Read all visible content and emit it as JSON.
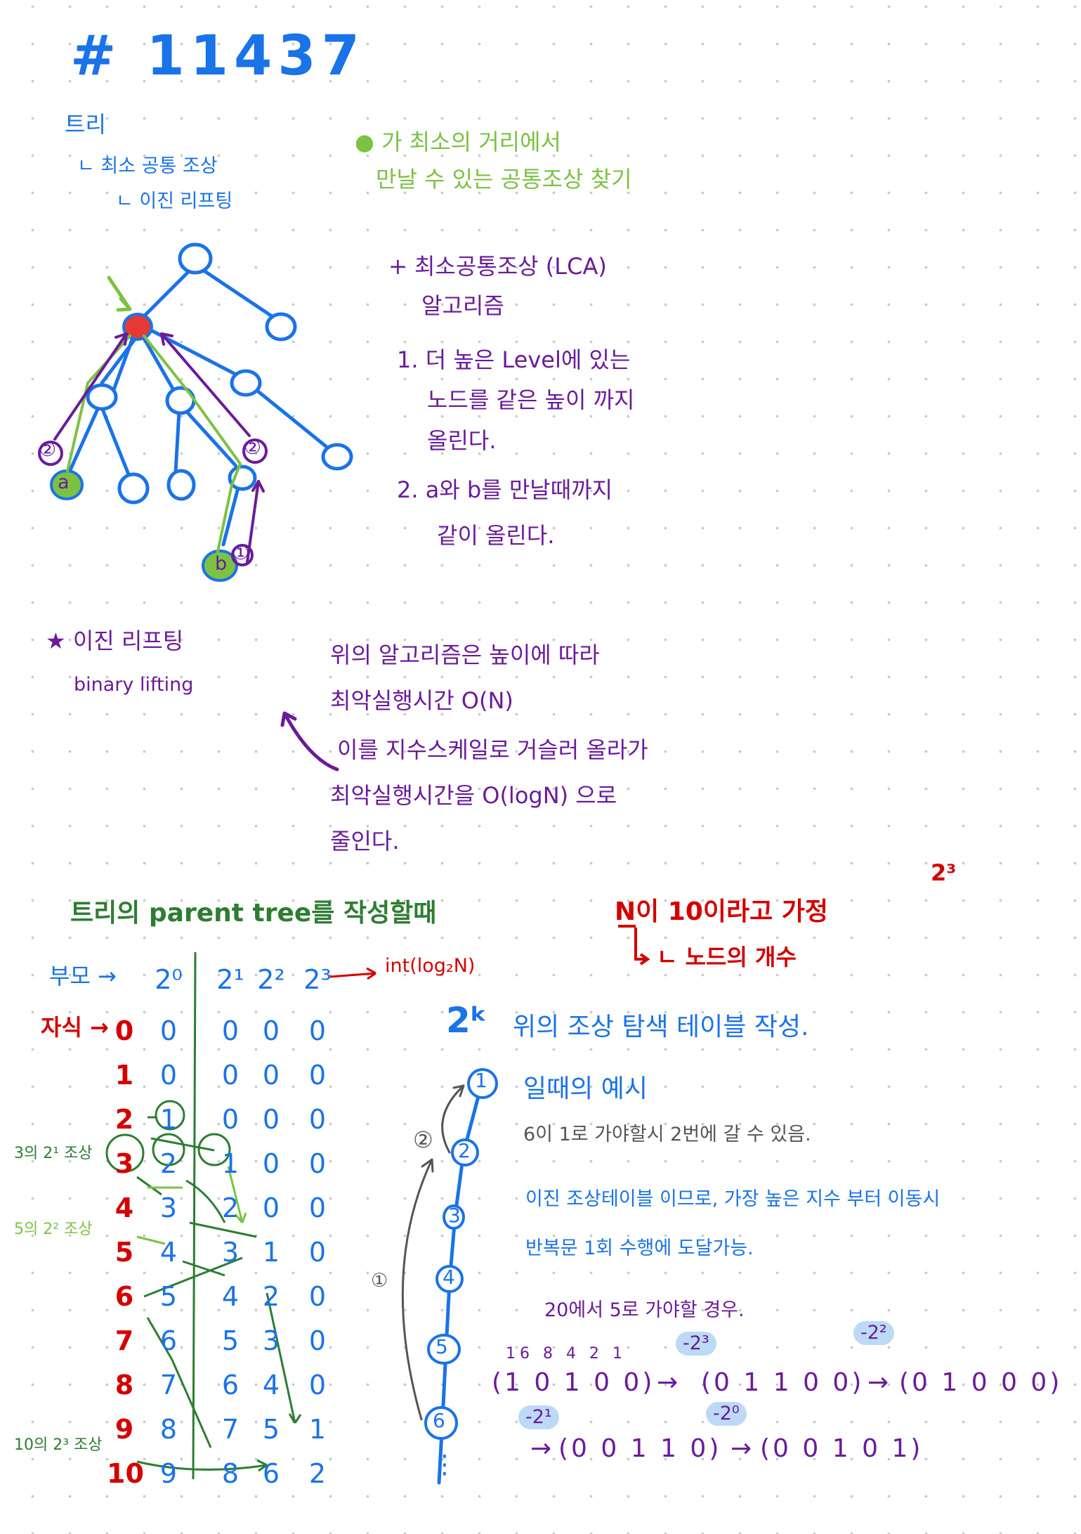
{
  "title": "# 11437",
  "topic": {
    "line1": "트리",
    "line2": "ㄴ 최소 공통 조상",
    "line3": "ㄴ 이진 리프팅"
  },
  "goal": {
    "line1": "● 가 최소의 거리에서",
    "line2": "만날 수 있는 공통조상 찾기"
  },
  "lca": {
    "heading": "+ 최소공통조상 (LCA)",
    "heading2": "알고리즘",
    "step1_l1": "1. 더 높은 Level에 있는",
    "step1_l2": "노드를 같은 높이 까지",
    "step1_l3": "올린다.",
    "step2_l1": "2. a와 b를 만날때까지",
    "step2_l2": "같이 올린다."
  },
  "tree_labels": {
    "a": "a",
    "b": "b",
    "two_left": "②",
    "two_right": "②",
    "one": "①"
  },
  "binary": {
    "heading": "★ 이진 리프팅",
    "heading_en": "binary lifting",
    "p1": "위의 알고리즘은 높이에 따라",
    "p2": "최악실행시간 O(N)",
    "p3": "이를 지수스케일로 거슬러 올라가",
    "p4": "최악실행시간을 O(logN) 으로",
    "p5": "줄인다."
  },
  "parent_tree": {
    "heading": "트리의 parent tree를 작성할때",
    "assume": "N이 10이라고 가정",
    "assume_sub": "ㄴ 노드의 개수",
    "corner_power": "2³",
    "parent_label": "부모 →",
    "child_label": "자식 →",
    "log_label": "int(log₂N)",
    "columns": [
      "2⁰",
      "2¹",
      "2²",
      "2³"
    ],
    "rows": [
      {
        "child": "0",
        "cells": [
          "0",
          "0",
          "0",
          "0"
        ]
      },
      {
        "child": "1",
        "cells": [
          "0",
          "0",
          "0",
          "0"
        ]
      },
      {
        "child": "2",
        "cells": [
          "1",
          "0",
          "0",
          "0"
        ]
      },
      {
        "child": "3",
        "cells": [
          "2",
          "1",
          "0",
          "0"
        ]
      },
      {
        "child": "4",
        "cells": [
          "3",
          "2",
          "0",
          "0"
        ]
      },
      {
        "child": "5",
        "cells": [
          "4",
          "3",
          "1",
          "0"
        ]
      },
      {
        "child": "6",
        "cells": [
          "5",
          "4",
          "2",
          "0"
        ]
      },
      {
        "child": "7",
        "cells": [
          "6",
          "5",
          "3",
          "0"
        ]
      },
      {
        "child": "8",
        "cells": [
          "7",
          "6",
          "4",
          "0"
        ]
      },
      {
        "child": "9",
        "cells": [
          "8",
          "7",
          "5",
          "1"
        ]
      },
      {
        "child": "10",
        "cells": [
          "9",
          "8",
          "6",
          "2"
        ]
      }
    ],
    "side_notes": {
      "n3": "3의 2¹ 조상",
      "n5": "5의 2² 조상",
      "n10": "10의 2³ 조상"
    }
  },
  "ancestor": {
    "heading_power": "2ᵏ",
    "heading": "위의 조상 탐색 테이블 작성.",
    "example": "일때의 예시",
    "note1": "6이 1로 가야할시 2번에 갈 수 있음.",
    "note2": "이진 조상테이블 이므로, 가장 높은 지수 부터 이동시",
    "note3": "반복문 1회 수행에 도달가능.",
    "case": "20에서 5로 가야할 경우.",
    "bits_header": "16 8 4 2 1",
    "b1": "(1 0 1 0 0)",
    "b2": "(0 1 1 0 0)",
    "b3": "(0 1 0 0 0)",
    "b4": "(0 0 1 1 0)",
    "b5": "(0 0 1 0 1)",
    "m1": "-2³",
    "m2": "-2²",
    "m3": "-2¹",
    "m4": "-2⁰",
    "arrow": "→",
    "chain": [
      "1",
      "2",
      "3",
      "4",
      "5",
      "6"
    ],
    "jump_a": "②",
    "jump_b": "①",
    "dots": "⋮"
  }
}
